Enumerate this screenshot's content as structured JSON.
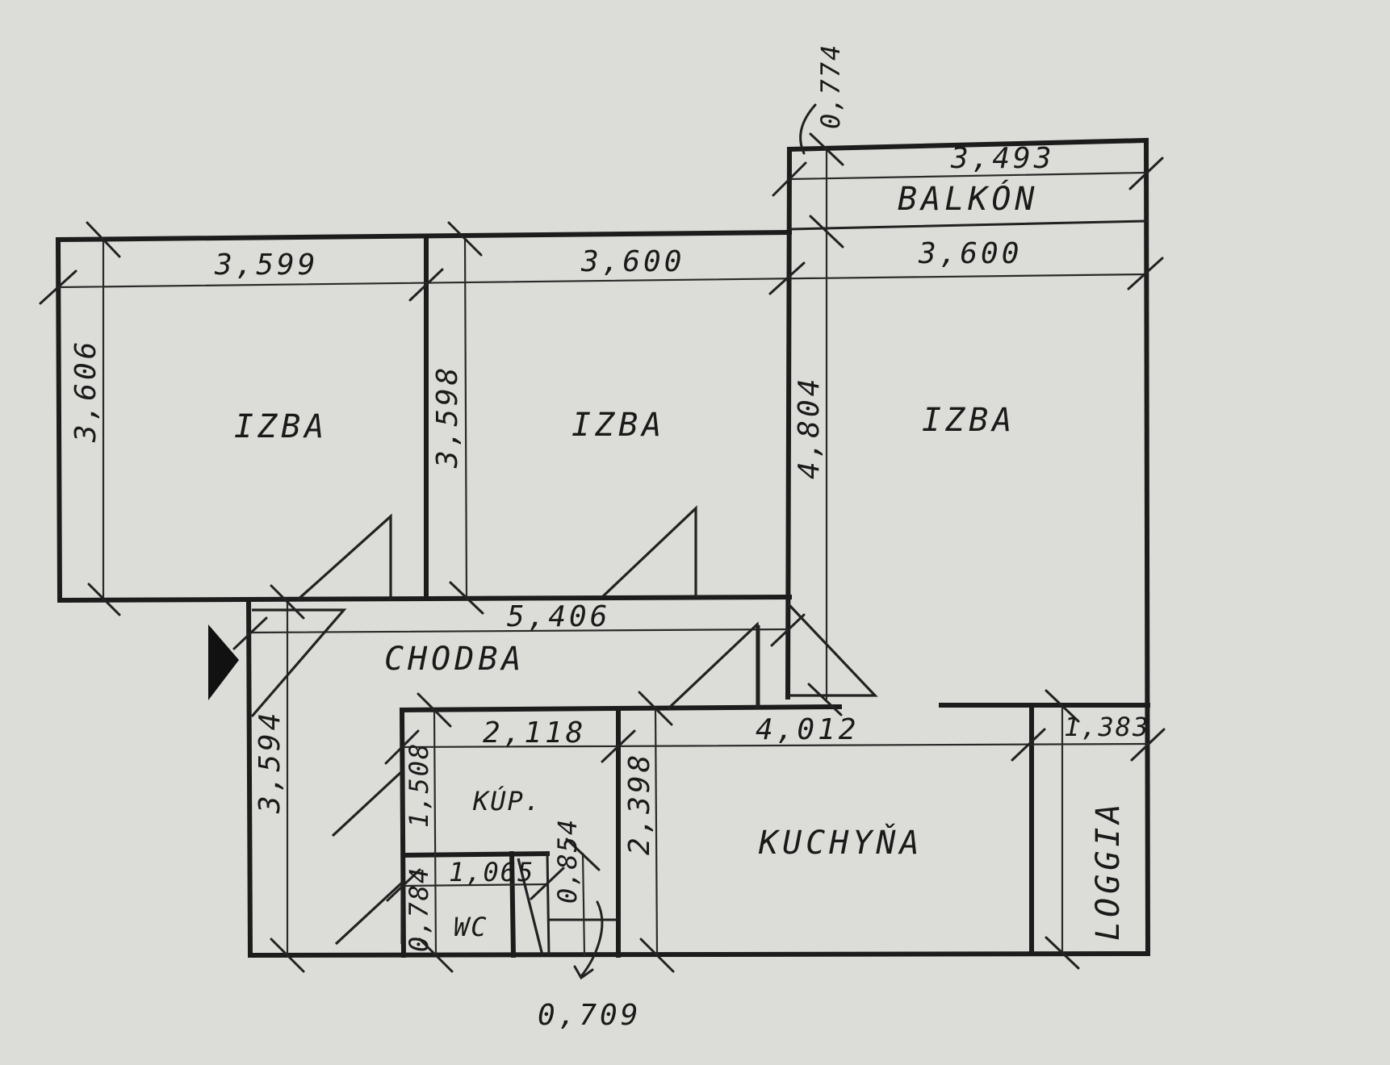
{
  "plan": {
    "rooms": {
      "izba_1": "IZBA",
      "izba_2": "IZBA",
      "izba_3": "IZBA",
      "balkon": "BALKÓN",
      "chodba": "CHODBA",
      "kupelna": "KÚP.",
      "wc": "WC",
      "kuchyna": "KUCHYŇA",
      "loggia": "LOGGIA"
    },
    "dimensions": {
      "izba_1_width": "3,599",
      "izba_1_depth": "3,606",
      "izba_2_width": "3,600",
      "izba_2_depth": "3,598",
      "izba_3_width": "3,600",
      "izba_3_depth": "4,804",
      "balkon_width": "3,493",
      "balkon_depth": "0,774",
      "chodba_length": "5,406",
      "chodba_depth": "3,594",
      "kupelna_width": "2,118",
      "kupelna_depth": "1,508",
      "wc_width": "1,065",
      "wc_depth": "0,784",
      "wc_side": "0,854",
      "wc_door": "0,709",
      "kuchyna_width": "4,012",
      "kuchyna_depth": "2,398",
      "loggia_width": "1,383"
    }
  },
  "colors": {
    "paper": "#dcdcd9",
    "ink": "#1c1c1c"
  },
  "icons": {
    "entrance": "entrance-arrow-icon"
  }
}
